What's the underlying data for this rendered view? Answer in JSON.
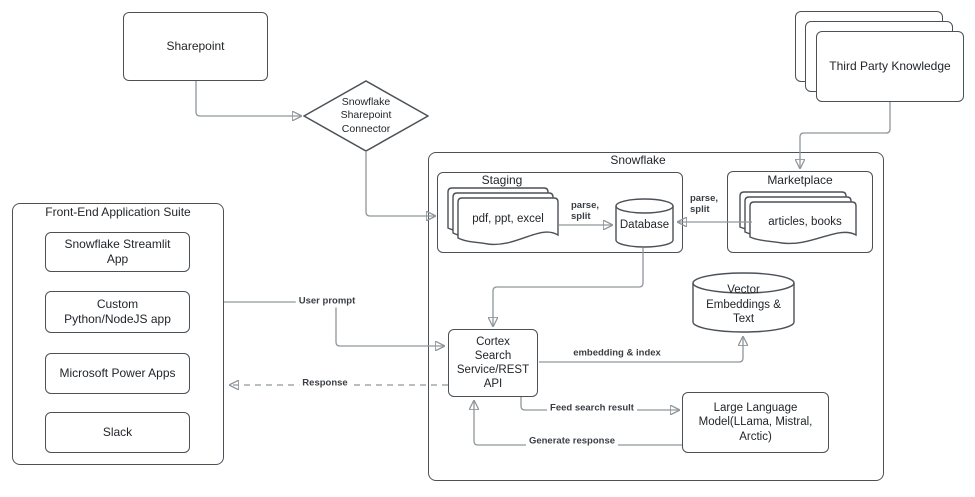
{
  "nodes": {
    "sharepoint": "Sharepoint",
    "sharepoint_connector": "Snowflake\nSharepoint\nConnector",
    "third_party_knowledge": "Third Party Knowledge",
    "snowflake": "Snowflake",
    "staging": "Staging",
    "staging_docs": "pdf, ppt, excel",
    "database": "Database",
    "marketplace": "Marketplace",
    "marketplace_docs": "articles, books",
    "vector_store": "Vector\nEmbeddings &\nText",
    "cortex": "Cortex\nSearch\nService/REST\nAPI",
    "llm": "Large Language\nModel(LLama, Mistral,\nArctic)",
    "frontend_suite": "Front-End Application Suite",
    "frontend_apps": [
      "Snowflake Streamlit\nApp",
      "Custom\nPython/NodeJS app",
      "Microsoft Power Apps",
      "Slack"
    ]
  },
  "edge_labels": {
    "parse_split_left": "parse,\nsplit",
    "parse_split_right": "parse,\nsplit",
    "user_prompt": "User prompt",
    "response": "Response",
    "embedding_index": "embedding & index",
    "feed_search_result": "Feed search result",
    "generate_response": "Generate response"
  },
  "colors": {
    "box_border": "#4b5157",
    "connector_line": "#8f969b",
    "arrowhead": "#3f444a",
    "text": "#1f2327",
    "edge_label_text": "#3a3e43",
    "background": "#ffffff"
  }
}
